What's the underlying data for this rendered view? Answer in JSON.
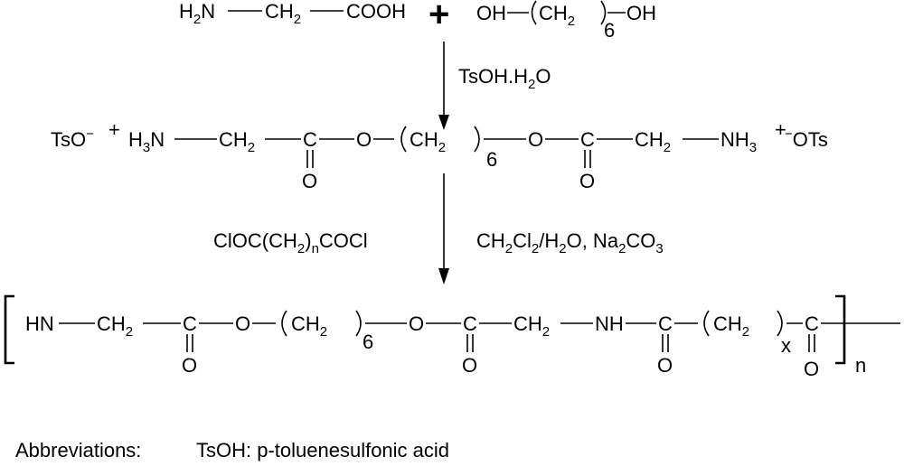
{
  "reactants": {
    "glycine": {
      "h2n": "H2N",
      "ch2": "CH2",
      "cooh": "COOH"
    },
    "plus": "+",
    "hexanediol": {
      "oh_left": "OH",
      "ch2": "CH2",
      "repeat": "6",
      "oh_right": "OH"
    }
  },
  "step1": {
    "reagent": "TsOH.H2O"
  },
  "intermediate_salt": {
    "tso": "TsO",
    "tso_charge": "−",
    "plus": "+",
    "h3n": "H3N",
    "ch2_a": "CH2",
    "c_a": "C",
    "o_a": "O",
    "ester_o_a": "O",
    "ch2_b": "CH2",
    "repeat": "6",
    "ester_o_b": "O",
    "c_b": "C",
    "o_b": "O",
    "ch2_c": "CH2",
    "nh3": "NH3",
    "nh3_charge": "+",
    "ots": "OTs",
    "ots_charge": "−"
  },
  "step2": {
    "reagent_left": "ClOC(CH2)nCOCl",
    "reagent_right": "CH2Cl2/H2O, Na2CO3"
  },
  "polymer": {
    "hn": "HN",
    "ch2_a": "CH2",
    "c_a": "C",
    "o_a": "O",
    "ester_o_a": "O",
    "ch2_b": "CH2",
    "repeat_6": "6",
    "ester_o_b": "O",
    "c_b": "C",
    "o_b": "O",
    "ch2_c": "CH2",
    "nh": "NH",
    "c_c": "C",
    "o_c": "O",
    "ch2_d": "CH2",
    "repeat_x": "x",
    "c_d": "C",
    "o_d": "O",
    "repeat_n": "n"
  },
  "abbreviations": {
    "label": "Abbreviations:",
    "tsoh": "TsOH: p-toluenesulfonic acid"
  }
}
